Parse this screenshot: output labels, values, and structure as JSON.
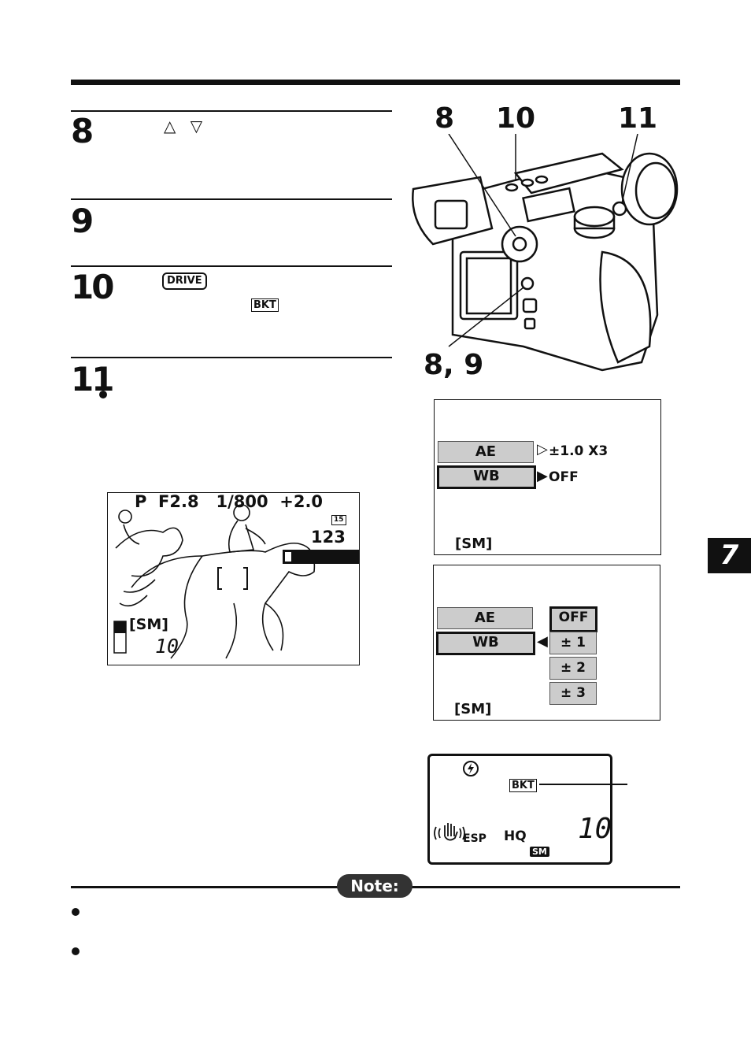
{
  "steps": [
    {
      "num": "8",
      "glyphs": "△ ▽"
    },
    {
      "num": "9"
    },
    {
      "num": "10",
      "key": "DRIVE",
      "bkt": "BKT"
    },
    {
      "num": "11"
    }
  ],
  "camera_callouts": {
    "c8": "8",
    "c10": "10",
    "c11": "11",
    "c89": "8, 9"
  },
  "viewfinder": {
    "top_line": "P  F2.8   1/800  +2.0",
    "burst_icon": "15",
    "count": "123",
    "quality": "[SM]",
    "frames": "10"
  },
  "menu1": {
    "items": [
      {
        "label": "AE",
        "value": "±1.0 X3",
        "arrow": "▷"
      },
      {
        "label": "WB",
        "value": "OFF",
        "arrow": "▶"
      }
    ],
    "quality": "[SM]"
  },
  "menu2": {
    "items": [
      {
        "label": "AE"
      },
      {
        "label": "WB"
      }
    ],
    "arrow": "◀",
    "options": [
      "OFF",
      "± 1",
      "± 2",
      "± 3"
    ],
    "quality": "[SM]"
  },
  "lcd_panel": {
    "bkt": "BKT",
    "esp": "ESP",
    "hq": "HQ",
    "sm": "SM",
    "frames": "10"
  },
  "chapter_tab": "7",
  "note": {
    "label": "Note:"
  }
}
